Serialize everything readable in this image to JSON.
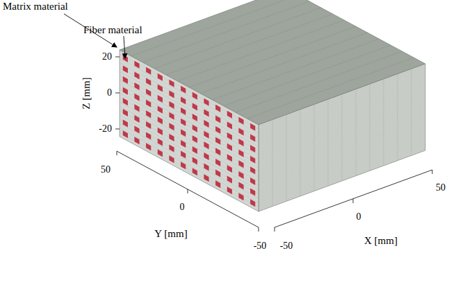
{
  "diagram": {
    "labels": [
      "Matrix material",
      "Fiber material",
      "20",
      "0",
      "-20",
      "Z [mm]",
      "50",
      "0",
      "-50",
      "Y [mm]",
      "-50",
      "0",
      "50",
      "X [mm]"
    ]
  }
}
